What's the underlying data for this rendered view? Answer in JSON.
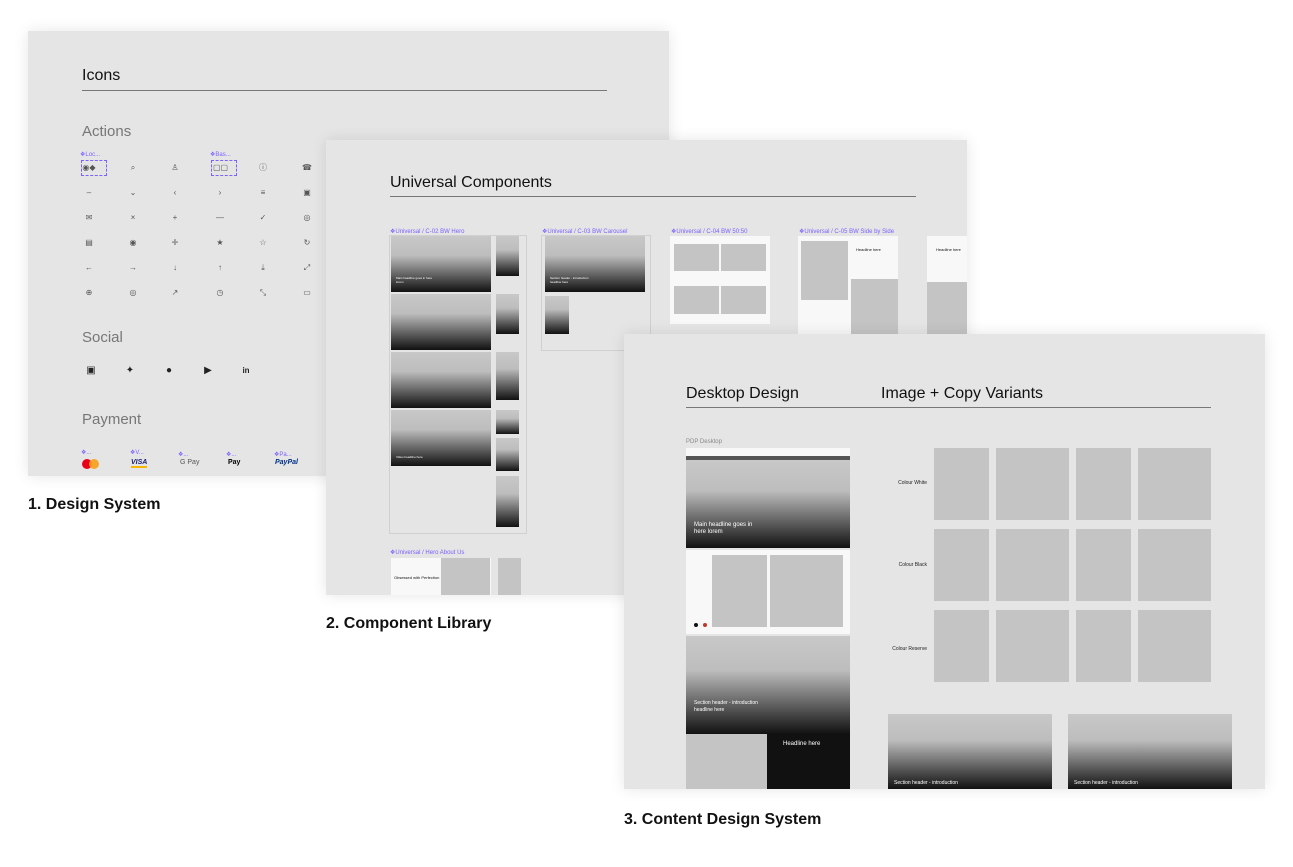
{
  "captions": {
    "design_system": "1. Design System",
    "component_library": "2. Component Library",
    "content_design_system": "3. Content Design System"
  },
  "board1": {
    "title": "Icons",
    "actions": "Actions",
    "social": "Social",
    "payment": "Payment",
    "component_label_1": "Loc...",
    "component_label_2": "Bas...",
    "social_icons": [
      "instagram-icon",
      "twitter-icon",
      "facebook-icon",
      "youtube-icon",
      "linkedin-icon"
    ],
    "payment_labels": [
      "...",
      "V...",
      "...",
      "...",
      "Pa..."
    ],
    "payment_marks": [
      "",
      "VISA",
      "G Pay",
      "Pay",
      "PayPal"
    ]
  },
  "board2": {
    "title": "Universal Components",
    "labels": {
      "hero": "Universal / C-02 BW Hero",
      "carousel": "Universal / C-03 BW Carousel",
      "fifty": "Universal / C-04 BW 50:50",
      "side": "Universal / C-05 BW Side by Side",
      "about": "Universal / Hero About Us"
    },
    "hero_headline": "Main headline goes in here lorem",
    "video_headline": "Video headline here",
    "carousel_headline": "Section header - introduction headline here",
    "about_headline": "Obsessed with Perfection",
    "side_headline": "Headline here"
  },
  "board3": {
    "title_left": "Desktop Design",
    "title_right": "Image + Copy Variants",
    "pdp_label": "PDP Desktop",
    "hero_headline": "Main headline goes in here lorem",
    "section_headline": "Section header - introduction headline here",
    "dark_headline": "Headline here",
    "row_labels": [
      "Colour White",
      "Colour Black",
      "Colour Reserve"
    ],
    "bottom_headline_1": "Section header - introduction",
    "bottom_headline_2": "Section header - introduction"
  },
  "colors": {
    "accent": "#7b61ff",
    "board_bg": "#e5e5e5",
    "placeholder": "#c4c4c4"
  }
}
